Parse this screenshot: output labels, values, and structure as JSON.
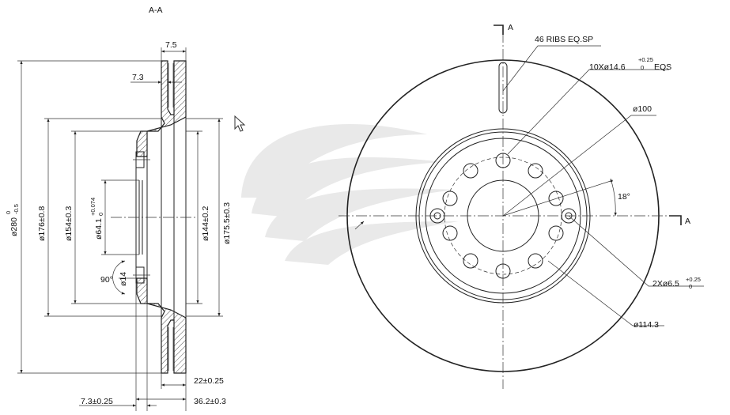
{
  "section": {
    "title": "A-A"
  },
  "section_marks": {
    "top": "A",
    "right": "A"
  },
  "left_dims": {
    "width_top": "7.5",
    "offset": "7.3",
    "d_outer_main": "ø280",
    "d_outer_tol_upper": "0",
    "d_outer_tol_lower": "-0.5",
    "d176": "ø176±0.8",
    "d154": "ø154±0.3",
    "d64_main": "ø64.1",
    "d64_tol_upper": "+0.074",
    "d64_tol_lower": "0",
    "d14": "ø14",
    "angle90": "90°",
    "d144": "ø144±0.2",
    "d175": "ø175.5±0.3",
    "thick22": "22±0.25",
    "hat73": "7.3±0.25",
    "height36": "36.2±0.3"
  },
  "right_labels": {
    "ribs": "46 RIBS EQ.SP",
    "holes_main": "10Xø14.6",
    "holes_tol_upper": "+0.25",
    "holes_tol_lower": "0",
    "holes_suffix": "EQS",
    "d100": "ø100",
    "angle18": "18°",
    "pin_main": "2Xø6.5",
    "pin_tol_upper": "+0.25",
    "pin_tol_lower": "0",
    "pcd": "ø114.3"
  }
}
